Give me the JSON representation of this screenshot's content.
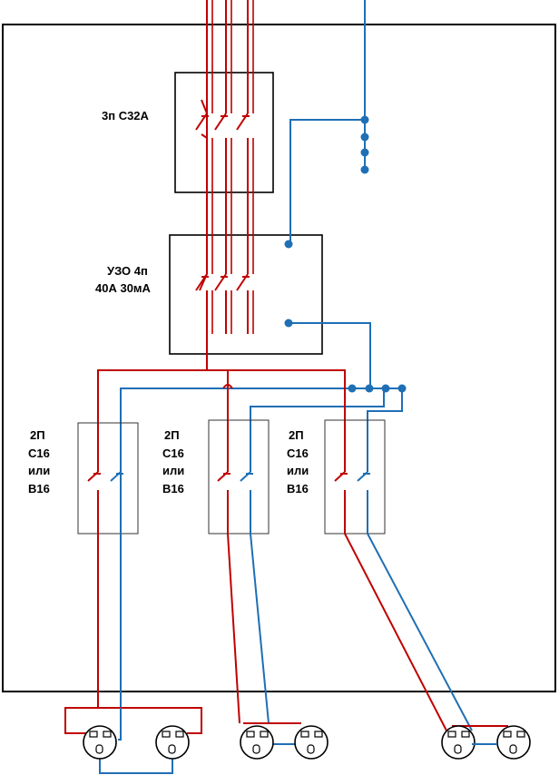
{
  "breaker_main": {
    "label": "3п С32А"
  },
  "rcd": {
    "label_line1": "УЗО 4п",
    "label_line2": "40А 30мА"
  },
  "branch_breakers": [
    {
      "line1": "2П",
      "line2": "С16",
      "line3": "или",
      "line4": "В16"
    },
    {
      "line1": "2П",
      "line2": "С16",
      "line3": "или",
      "line4": "В16"
    },
    {
      "line1": "2П",
      "line2": "С16",
      "line3": "или",
      "line4": "В16"
    }
  ],
  "colors": {
    "phase": "#c00000",
    "neutral": "#1f6fb5",
    "frame": "#000000"
  },
  "icons": [
    "switch-contact-icon",
    "socket-outlet-icon",
    "junction-dot-icon"
  ]
}
